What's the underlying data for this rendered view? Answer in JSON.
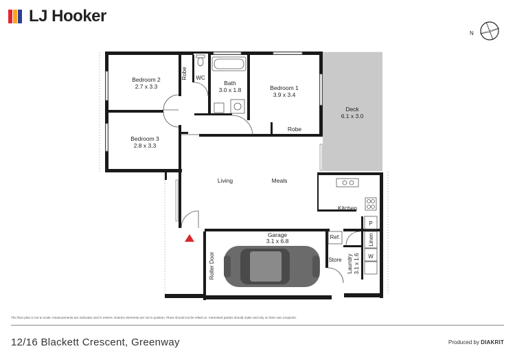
{
  "header": {
    "brand": "LJ Hooker",
    "brand_colors": [
      "#e3262e",
      "#f7a51c",
      "#2c3e99"
    ]
  },
  "compass": {
    "label": "N"
  },
  "rooms": {
    "bedroom2": {
      "name": "Bedroom 2",
      "dims": "2.7 x 3.3"
    },
    "robe_left": {
      "name": "Robe"
    },
    "wc": {
      "name": "WC"
    },
    "bath": {
      "name": "Bath",
      "dims": "3.0 x 1.8"
    },
    "bedroom1": {
      "name": "Bedroom 1",
      "dims": "3.9 x 3.4"
    },
    "robe_bed1": {
      "name": "Robe"
    },
    "deck": {
      "name": "Deck",
      "dims": "6.1 x 3.0"
    },
    "bedroom3": {
      "name": "Bedroom 3",
      "dims": "2.8 x 3.3"
    },
    "living": {
      "name": "Living"
    },
    "meals": {
      "name": "Meals"
    },
    "kitchen": {
      "name": "Kitchen"
    },
    "pantry": {
      "name": "P"
    },
    "linen": {
      "name": "Linen"
    },
    "washer": {
      "name": "W"
    },
    "garage": {
      "name": "Garage",
      "dims": "3.1 x 6.8"
    },
    "ref": {
      "name": "Ref."
    },
    "store": {
      "name": "Store"
    },
    "laundry": {
      "name": "Laundry",
      "dims": "3.1 x 1.6"
    },
    "roller_door": {
      "name": "Roller Door"
    }
  },
  "footer": {
    "disclaimer": "The floor plan is not to scale; measurements are indicative and in metres. Exterior elements are not in position. Plans should not be relied on. Interested parties should make and rely on their own enquiries.",
    "address": "12/16 Blackett Crescent, Greenway",
    "produced_by_prefix": "Produced by ",
    "produced_by_brand": "DIAKRIT"
  },
  "colors": {
    "wall": "#1a1a1a",
    "deck": "#c9c9c9",
    "entry_marker": "#d9252b"
  }
}
